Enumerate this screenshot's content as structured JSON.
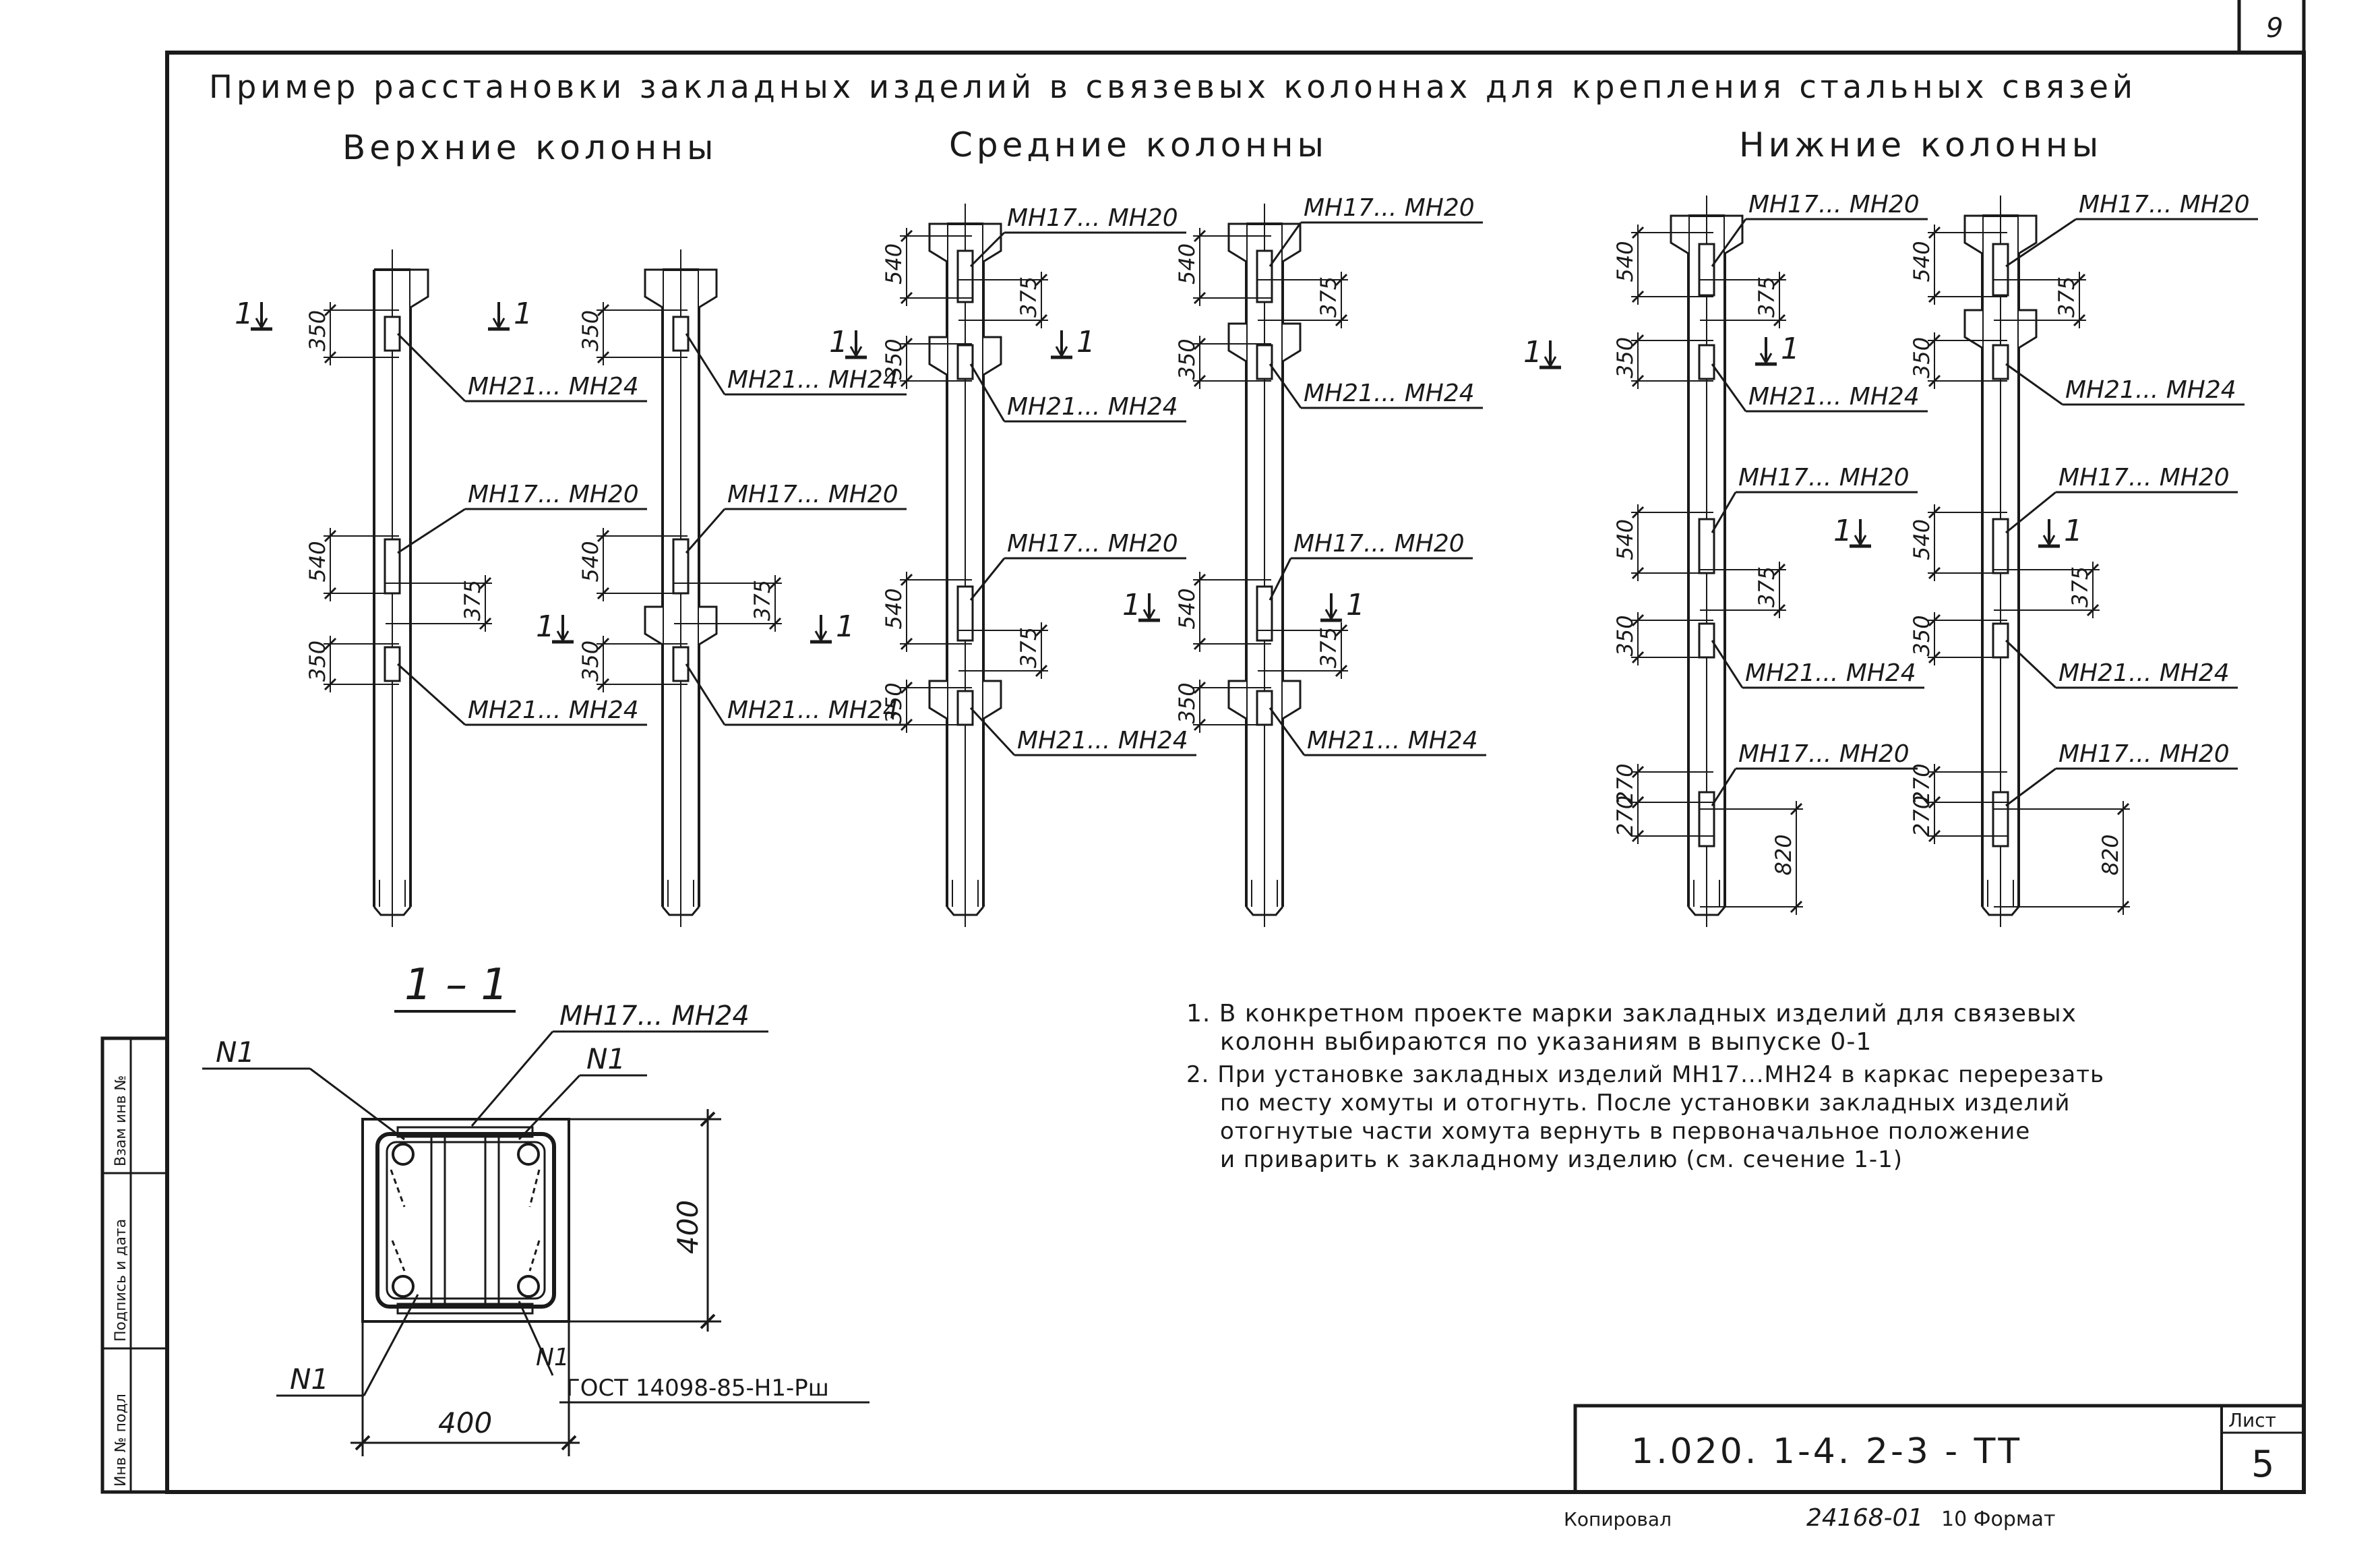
{
  "sheet": {
    "page_number": "9",
    "list_label": "Лист",
    "list_number": "5",
    "doc_code": "1.020. 1-4. 2-3 - ТТ",
    "copied_label": "Копировал",
    "order_number": "24168-01",
    "format_label": "10 Формат"
  },
  "side_stamp": {
    "inv_podl": "Инв № подл",
    "sign_date": "Подпись и дата",
    "vzam_inv": "Взам инв №"
  },
  "title": "Пример расстановки закладных изделий в связевых колоннах для крепления стальных связей",
  "groups": {
    "upper": "Верхние колонны",
    "middle": "Средние колонны",
    "lower": "Нижние колонны"
  },
  "section": {
    "mark": "1 – 1",
    "marks_label": "МН17... МН24",
    "n1": "N1",
    "gost": "ГОСТ 14098-85-Н1-Рш",
    "width": "400",
    "height": "400"
  },
  "markers": {
    "cut": "1"
  },
  "labels": {
    "mh21_24": "МН21... МН24",
    "mh17_20": "МН17... МН20"
  },
  "dims": {
    "d350": "350",
    "d540": "540",
    "d375": "375",
    "d270": "270",
    "d820": "820"
  },
  "notes": [
    "1. В конкретном проекте марки закладных изделий для связевых колонн выбираются по указаниям в выпуске 0-1",
    "2. При установке закладных изделий МН17...МН24 в каркас перерезать по месту хомуты и отогнуть. После установки закладных изделий отогнутые части хомута вернуть в первоначальное положение и приварить к закладному изделию (см. сечение 1-1)"
  ]
}
